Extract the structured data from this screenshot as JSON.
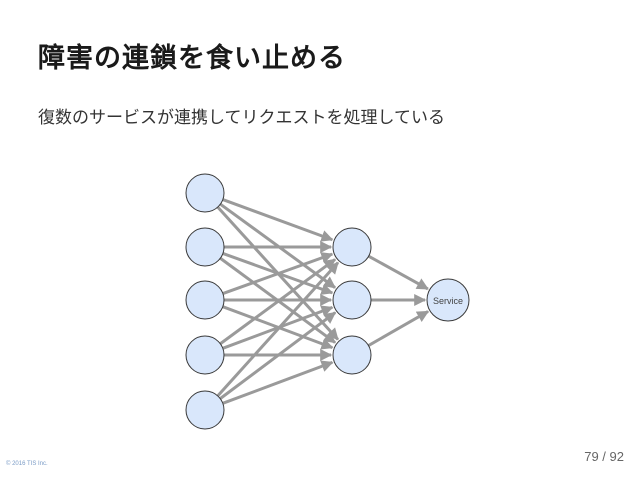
{
  "slide": {
    "title": "障害の連鎖を食い止める",
    "subtitle": "復数のサービスが連携してリクエストを処理している",
    "copyright": "© 2016 TIS Inc.",
    "page_number": "79 / 92"
  },
  "diagram": {
    "service_label": "Service",
    "node_fill": "#d9e7fb",
    "edge_color": "#9a9a9a"
  }
}
